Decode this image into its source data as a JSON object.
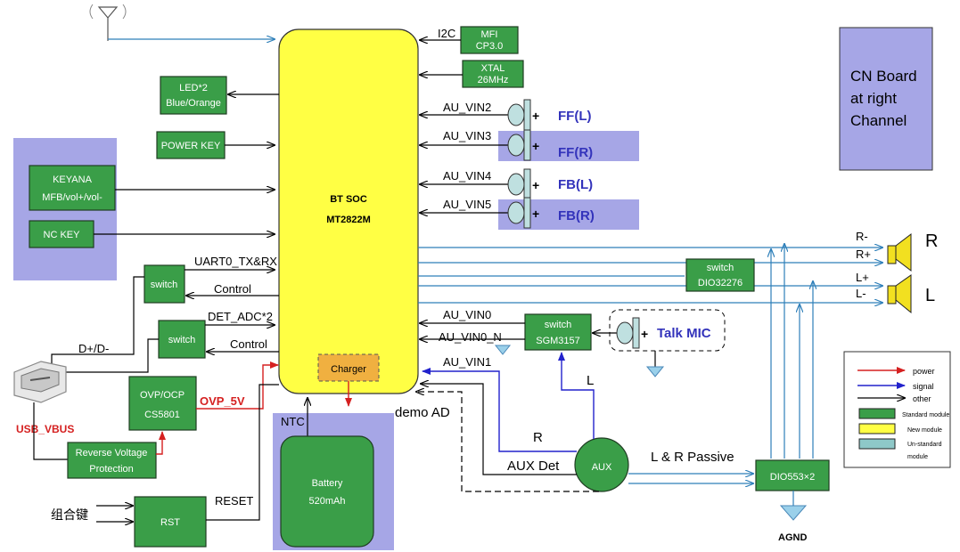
{
  "soc": {
    "line1": "BT SOC",
    "line2": "MT2822M"
  },
  "charger": "Charger",
  "mfi": {
    "line1": "MFI",
    "line2": "CP3.0"
  },
  "xtal": {
    "line1": "XTAL",
    "line2": "26MHz"
  },
  "i2c": "I2C",
  "led": {
    "line1": "LED*2",
    "line2": "Blue/Orange"
  },
  "power_key": "POWER KEY",
  "keyana": {
    "line1": "KEYANA",
    "line2": "MFB/vol+/vol-"
  },
  "nc_key": "NC KEY",
  "switch_label": "switch",
  "uart": "UART0_TX&RX",
  "control": "Control",
  "det_adc": "DET_ADC*2",
  "dplus": "D+/D-",
  "ovp": {
    "line1": "OVP/OCP",
    "line2": "CS5801"
  },
  "ovp_5v": "OVP_5V",
  "usb_vbus": "USB_VBUS",
  "reverse": {
    "line1": "Reverse Voltage",
    "line2": "Protection"
  },
  "rst": "RST",
  "reset": "RESET",
  "combo_key": "组合键",
  "ntc": "NTC",
  "battery": {
    "line1": "Battery",
    "line2": "520mAh"
  },
  "demo_ad": "demo AD",
  "mics": [
    {
      "net": "AU_VIN2",
      "name": "FF(L)"
    },
    {
      "net": "AU_VIN3",
      "name": "FF(R)"
    },
    {
      "net": "AU_VIN4",
      "name": "FB(L)"
    },
    {
      "net": "AU_VIN5",
      "name": "FB(R)"
    }
  ],
  "au_vin0": "AU_VIN0",
  "au_vin0_n": "AU_VIN0_N",
  "au_vin1": "AU_VIN1",
  "sgm": {
    "line1": "switch",
    "line2": "SGM3157"
  },
  "talk_mic": "Talk MIC",
  "dio32276": {
    "line1": "switch",
    "line2": "DIO32276"
  },
  "speaker_pins": [
    "R-",
    "R+",
    "L+",
    "L-"
  ],
  "speaker_r": "R",
  "speaker_l": "L",
  "aux": "AUX",
  "aux_l": "L",
  "aux_r": "R",
  "aux_det": "AUX Det",
  "passive": "L & R  Passive",
  "dio553": "DIO553×2",
  "agnd": "AGND",
  "cn_board": {
    "line1": "CN Board",
    "line2": "at right",
    "line3": "Channel"
  },
  "legend": {
    "power": "power",
    "signal": "signal",
    "other": "other",
    "standard": "Standard module",
    "new": "New module",
    "unstandard": "Un-standard",
    "module": "module"
  },
  "colors": {
    "module_green": "#3a9e48",
    "soc_yellow": "#ffff44",
    "charger_orange": "#f0b040",
    "purple_bg": "#a6a6e6",
    "power_red": "#d52020",
    "signal_blue": "#2222cc",
    "label_blue": "#3333bb",
    "wire_blue": "#2e7fb9"
  }
}
